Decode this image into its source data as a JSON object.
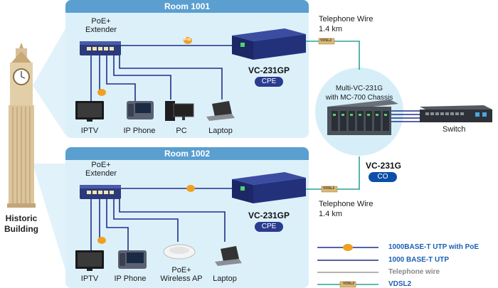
{
  "rooms": [
    {
      "title": "Room 1001"
    },
    {
      "title": "Room 1002"
    }
  ],
  "extender_label": "PoE+\nExtender",
  "extender_line1": "PoE+",
  "extender_line2": "Extender",
  "cpe_model": "VC-231GP",
  "cpe_badge": "CPE",
  "room1_devices": [
    "IPTV",
    "IP Phone",
    "PC",
    "Laptop"
  ],
  "room2_devices": {
    "iptv": "IPTV",
    "ipphone": "IP Phone",
    "ap_line1": "PoE+",
    "ap_line2": "Wireless AP",
    "laptop": "Laptop"
  },
  "telephone_wire_top": {
    "line1": "Telephone Wire",
    "line2": "1.4 km"
  },
  "telephone_wire_bottom": {
    "line1": "Telephone Wire",
    "line2": "1.4 km"
  },
  "chassis": {
    "line1": "Multi-VC-231G",
    "line2": "with MC-700 Chassis"
  },
  "co_model": "VC-231G",
  "co_badge": "CO",
  "switch_label": "Switch",
  "building": {
    "line1": "Historic",
    "line2": "Building"
  },
  "vdsl_tag": "VDSL2",
  "poe_tag": "PoE",
  "legend": [
    {
      "label": "1000BASE-T UTP with PoE",
      "color": "#1a5fb4"
    },
    {
      "label": "1000 BASE-T UTP",
      "color": "#1a5fb4"
    },
    {
      "label": "Telephone wire",
      "color": "#888888"
    },
    {
      "label": "VDSL2",
      "color": "#1a5fb4"
    }
  ],
  "colors": {
    "utp": "#1f2f8a",
    "telephone": "#2aa39a",
    "poe_dot": "#f0a020",
    "room_bg": "#dcf0fa",
    "room_header": "#5a9fd0",
    "cpe_badge": "#2a3c8e",
    "co_badge": "#0d4fa8"
  }
}
